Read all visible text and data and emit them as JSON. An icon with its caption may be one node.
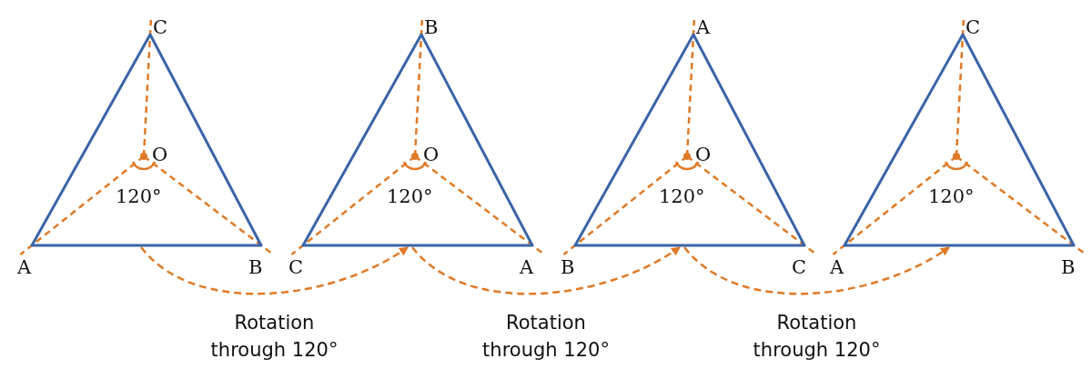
{
  "diagram": {
    "nodes": [
      {
        "text": [
          "O",
          "120°"
        ],
        "beside": [
          "C",
          "A",
          "B"
        ]
      },
      {
        "text": [
          "O",
          "120°"
        ],
        "beside": [
          "B",
          "C",
          "A"
        ]
      },
      {
        "text": [
          "O",
          "120°"
        ],
        "beside": [
          "A",
          "B",
          "C"
        ]
      },
      {
        "text": [
          "120°"
        ],
        "beside": [
          "C",
          "A",
          "B"
        ]
      }
    ],
    "edges": [
      {
        "from": 0,
        "to": 1,
        "arrow": "to",
        "label": "Rotation through 120°",
        "style": "dashed"
      },
      {
        "from": 1,
        "to": 2,
        "arrow": "to",
        "label": "Rotation through 120°",
        "style": "dashed"
      },
      {
        "from": 2,
        "to": 3,
        "arrow": "to",
        "label": "Rotation through 120°",
        "style": "dashed"
      }
    ]
  }
}
